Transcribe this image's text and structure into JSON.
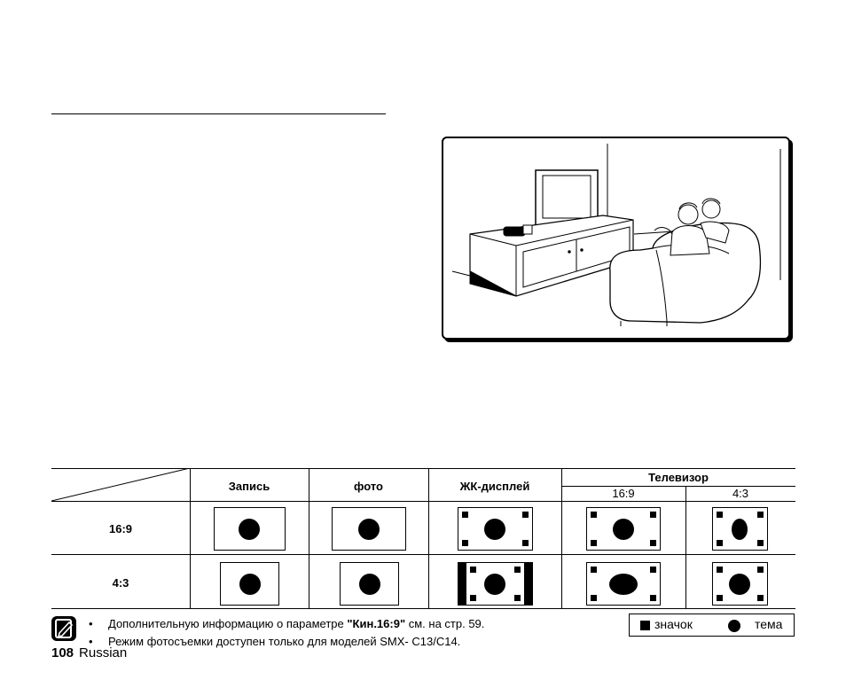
{
  "table": {
    "headers": {
      "record": "Запись",
      "photo": "фото",
      "lcd": "ЖК-дисплей",
      "tv": "Телевизор"
    },
    "tv_subheaders": [
      "16:9",
      "4:3"
    ],
    "rows": [
      "16:9",
      "4:3"
    ]
  },
  "notes": {
    "line1_before": "Дополнительную информацию о параметре ",
    "line1_bold": "\"Кин.16:9\"",
    "line1_after": " см. на стр. 59.",
    "line2": "Режим фотосъемки доступен только для моделей SMX- C13/C14.",
    "bullet": "•"
  },
  "legend": {
    "square_label": "значок",
    "circle_label": "тема"
  },
  "footer": {
    "page_number": "108",
    "language": "Russian"
  }
}
